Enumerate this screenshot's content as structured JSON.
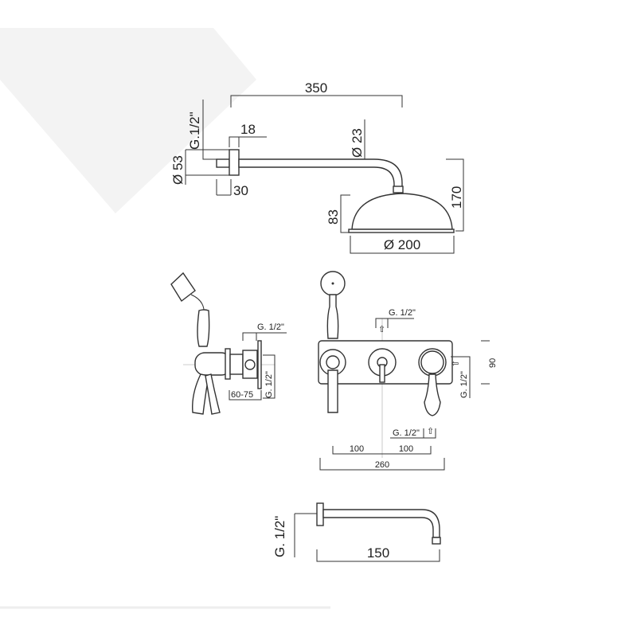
{
  "colors": {
    "background": "#ffffff",
    "watermark": "#f3f3f3",
    "line": "#333333"
  },
  "shower_arm": {
    "length": "350",
    "thread": "G.1/2\"",
    "flange_depth": "18",
    "arm_diameter": "Ø 23",
    "flange_diameter": "Ø 53",
    "pipe_stub": "30",
    "total_height": "170",
    "head_height": "83",
    "head_diameter": "Ø 200"
  },
  "mixer_side": {
    "thread_top": "G. 1/2\"",
    "thread_side": "G. 1/2\"",
    "depth_range": "60-75"
  },
  "mixer_front": {
    "thread_top": "G. 1/2\"",
    "thread_right": "G. 1/2\"",
    "thread_bottom": "G. 1/2\"",
    "plate_height": "90",
    "spacing_left": "100",
    "spacing_right": "100",
    "total_width": "260"
  },
  "spout": {
    "thread": "G. 1/2\"",
    "length": "150"
  }
}
